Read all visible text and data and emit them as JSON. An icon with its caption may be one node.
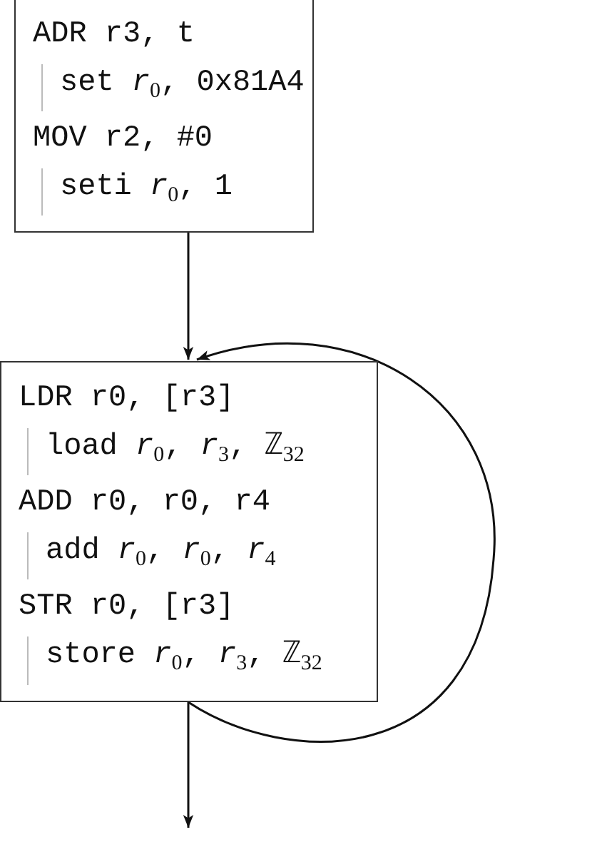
{
  "diagram": {
    "nodes": [
      {
        "text": [
          "ADR r3, t",
          "set *r*$_{0}$, 0x81A4",
          "MOV r2, #0",
          "seti *r*$_{0}$, 1"
        ]
      },
      {
        "text": [
          "LDR r0, [r3]",
          "load *r*$_{0}$, *r*$_{3}$, ℤ$_{32}$",
          "ADD r0, r0, r4",
          "add *r*$_{0}$, *r*$_{0}$, *r*$_{4}$",
          "STR r0, [r3]",
          "store *r*$_{0}$, *r*$_{3}$, ℤ$_{32}$"
        ]
      }
    ],
    "edges": [
      {
        "from": 0,
        "to": 1,
        "arrow": "to"
      },
      {
        "from": 1,
        "to": 1,
        "arrow": "to"
      },
      {
        "from": 1,
        "to": null,
        "arrow": "to"
      }
    ]
  }
}
